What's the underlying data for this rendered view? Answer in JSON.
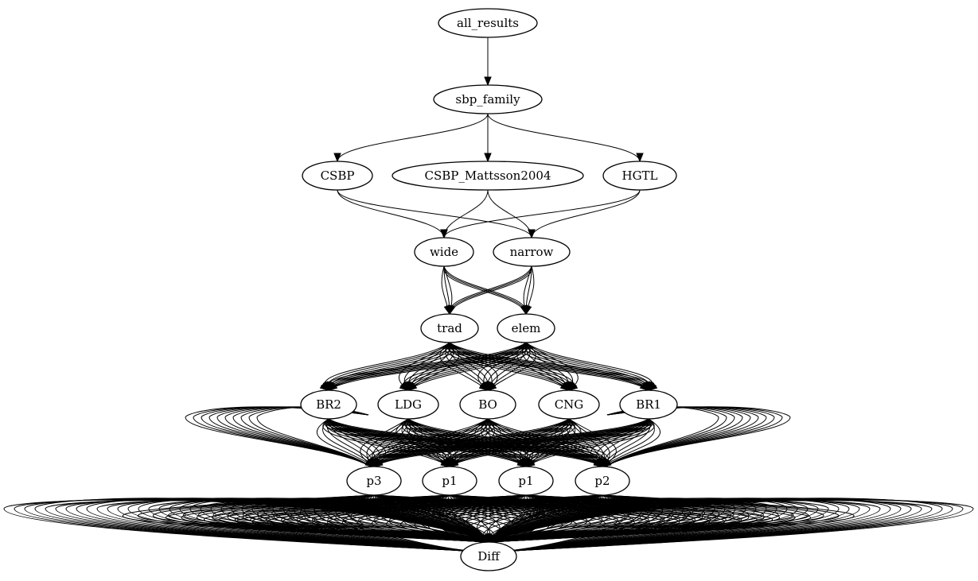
{
  "diagram": {
    "type": "directed-graph",
    "nodes": [
      {
        "id": "all_results",
        "label": "all_results"
      },
      {
        "id": "sbp_family",
        "label": "sbp_family"
      },
      {
        "id": "CSBP",
        "label": "CSBP"
      },
      {
        "id": "CSBP_Mattsson2004",
        "label": "CSBP_Mattsson2004"
      },
      {
        "id": "HGTL",
        "label": "HGTL"
      },
      {
        "id": "wide",
        "label": "wide"
      },
      {
        "id": "narrow",
        "label": "narrow"
      },
      {
        "id": "trad",
        "label": "trad"
      },
      {
        "id": "elem",
        "label": "elem"
      },
      {
        "id": "BR2",
        "label": "BR2"
      },
      {
        "id": "LDG",
        "label": "LDG"
      },
      {
        "id": "BO",
        "label": "BO"
      },
      {
        "id": "CNG",
        "label": "CNG"
      },
      {
        "id": "BR1",
        "label": "BR1"
      },
      {
        "id": "p3",
        "label": "p3"
      },
      {
        "id": "p1a",
        "label": "p1"
      },
      {
        "id": "p1b",
        "label": "p1"
      },
      {
        "id": "p2",
        "label": "p2"
      },
      {
        "id": "Diff",
        "label": "Diff"
      }
    ],
    "edges": [
      [
        "all_results",
        "sbp_family"
      ],
      [
        "sbp_family",
        "CSBP"
      ],
      [
        "sbp_family",
        "CSBP_Mattsson2004"
      ],
      [
        "sbp_family",
        "HGTL"
      ],
      [
        "CSBP",
        "wide"
      ],
      [
        "CSBP",
        "narrow"
      ],
      [
        "CSBP_Mattsson2004",
        "wide"
      ],
      [
        "CSBP_Mattsson2004",
        "narrow"
      ],
      [
        "HGTL",
        "wide"
      ],
      [
        "HGTL",
        "narrow"
      ]
    ],
    "dense_edge_groups": [
      {
        "from": [
          "wide",
          "narrow"
        ],
        "to": [
          "trad",
          "elem"
        ],
        "multiplicity": 3
      },
      {
        "from": [
          "trad",
          "elem"
        ],
        "to": [
          "BR2",
          "LDG",
          "BO",
          "CNG",
          "BR1"
        ],
        "multiplicity": 6
      },
      {
        "from": [
          "BR2",
          "LDG",
          "BO",
          "CNG",
          "BR1"
        ],
        "to": [
          "p3",
          "p1a",
          "p1b",
          "p2"
        ],
        "multiplicity": 7
      },
      {
        "from": [
          "p3",
          "p1a",
          "p1b",
          "p2"
        ],
        "to": [
          "Diff"
        ],
        "multiplicity": 40
      }
    ]
  }
}
